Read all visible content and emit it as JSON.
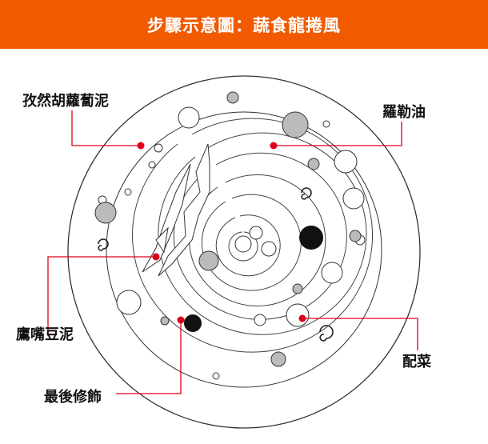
{
  "header": {
    "title": "步驟示意圖：蔬食龍捲風",
    "background": "#f15a00"
  },
  "accent_color": "#e0001b",
  "labels": {
    "carrot_puree": "孜然胡蘿蔔泥",
    "rouille": "羅勒油",
    "chickpea_puree": "鷹嘴豆泥",
    "side_dish": "配菜",
    "final_touch": "最後修飾"
  }
}
